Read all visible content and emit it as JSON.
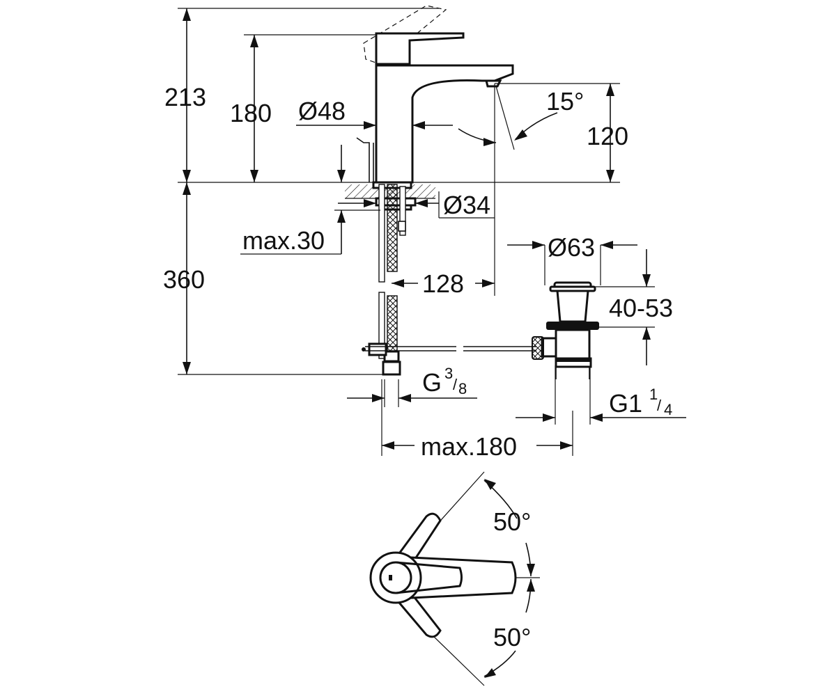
{
  "labels": {
    "height_total": "213",
    "height_spout": "180",
    "spout_outlet_height": "120",
    "angle_outlet": "15°",
    "body_diameter": "Ø48",
    "hole_diameter": "Ø34",
    "max_counter_thickness": "max.30",
    "below_counter": "360",
    "spout_reach": "128",
    "waste_diameter": "Ø63",
    "waste_range": "40-53",
    "connection_main": "G",
    "connection_sup": "3",
    "connection_sub": "8",
    "waste_thread_main": "G1",
    "waste_thread_sup": "1",
    "waste_thread_sub": "4",
    "max_pull_rod": "max.180",
    "angle_left": "50°",
    "angle_right": "50°"
  }
}
